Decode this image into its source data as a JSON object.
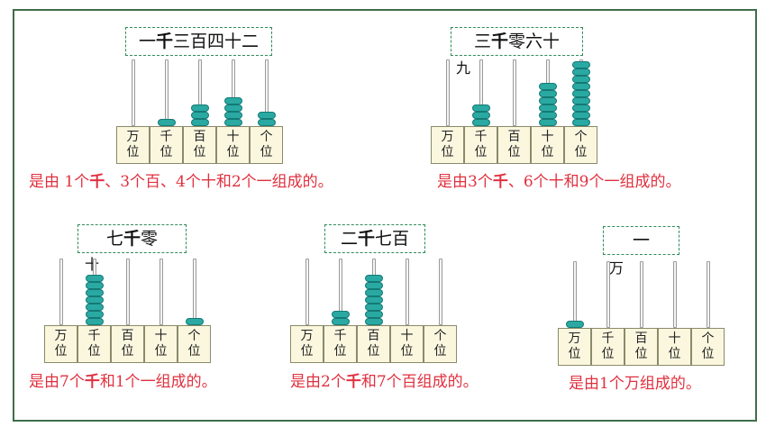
{
  "place_values": [
    [
      "万",
      "位"
    ],
    [
      "千",
      "位"
    ],
    [
      "百",
      "位"
    ],
    [
      "十",
      "位"
    ],
    [
      "个",
      "位"
    ]
  ],
  "examples": [
    {
      "label_parts": [
        "一",
        "千",
        "三百四十二"
      ],
      "beads": [
        0,
        1,
        3,
        4,
        2
      ],
      "desc_parts": [
        "是由 1个",
        "千",
        "、3个百、4个十和2个一组成的。"
      ]
    },
    {
      "label_parts": [
        "三",
        "千",
        "零六十"
      ],
      "beads": [
        0,
        3,
        0,
        6,
        9
      ],
      "desc_parts": [
        "是由3个",
        "千",
        "、6个十和9个一组成的。"
      ],
      "stray": "九"
    },
    {
      "label_parts": [
        "七",
        "千",
        "零"
      ],
      "beads": [
        0,
        7,
        0,
        0,
        1
      ],
      "desc_parts": [
        "是由7个",
        "千",
        "和1个一组成的。"
      ],
      "stray": "十"
    },
    {
      "label_parts": [
        "二",
        "千",
        "七百"
      ],
      "beads": [
        0,
        2,
        7,
        0,
        0
      ],
      "desc_parts": [
        "是由2个",
        "千",
        "和7个百组成的。"
      ]
    },
    {
      "label_parts": [
        "一",
        "",
        ""
      ],
      "beads": [
        1,
        0,
        0,
        0,
        0
      ],
      "desc_parts": [
        "是由1个万组成的。",
        "",
        ""
      ],
      "stray": "万"
    }
  ],
  "colors": {
    "bead": "#2aa9a2",
    "desc": "#e0303e",
    "frame": "#3f6e4a",
    "cell": "#fbf7df"
  }
}
